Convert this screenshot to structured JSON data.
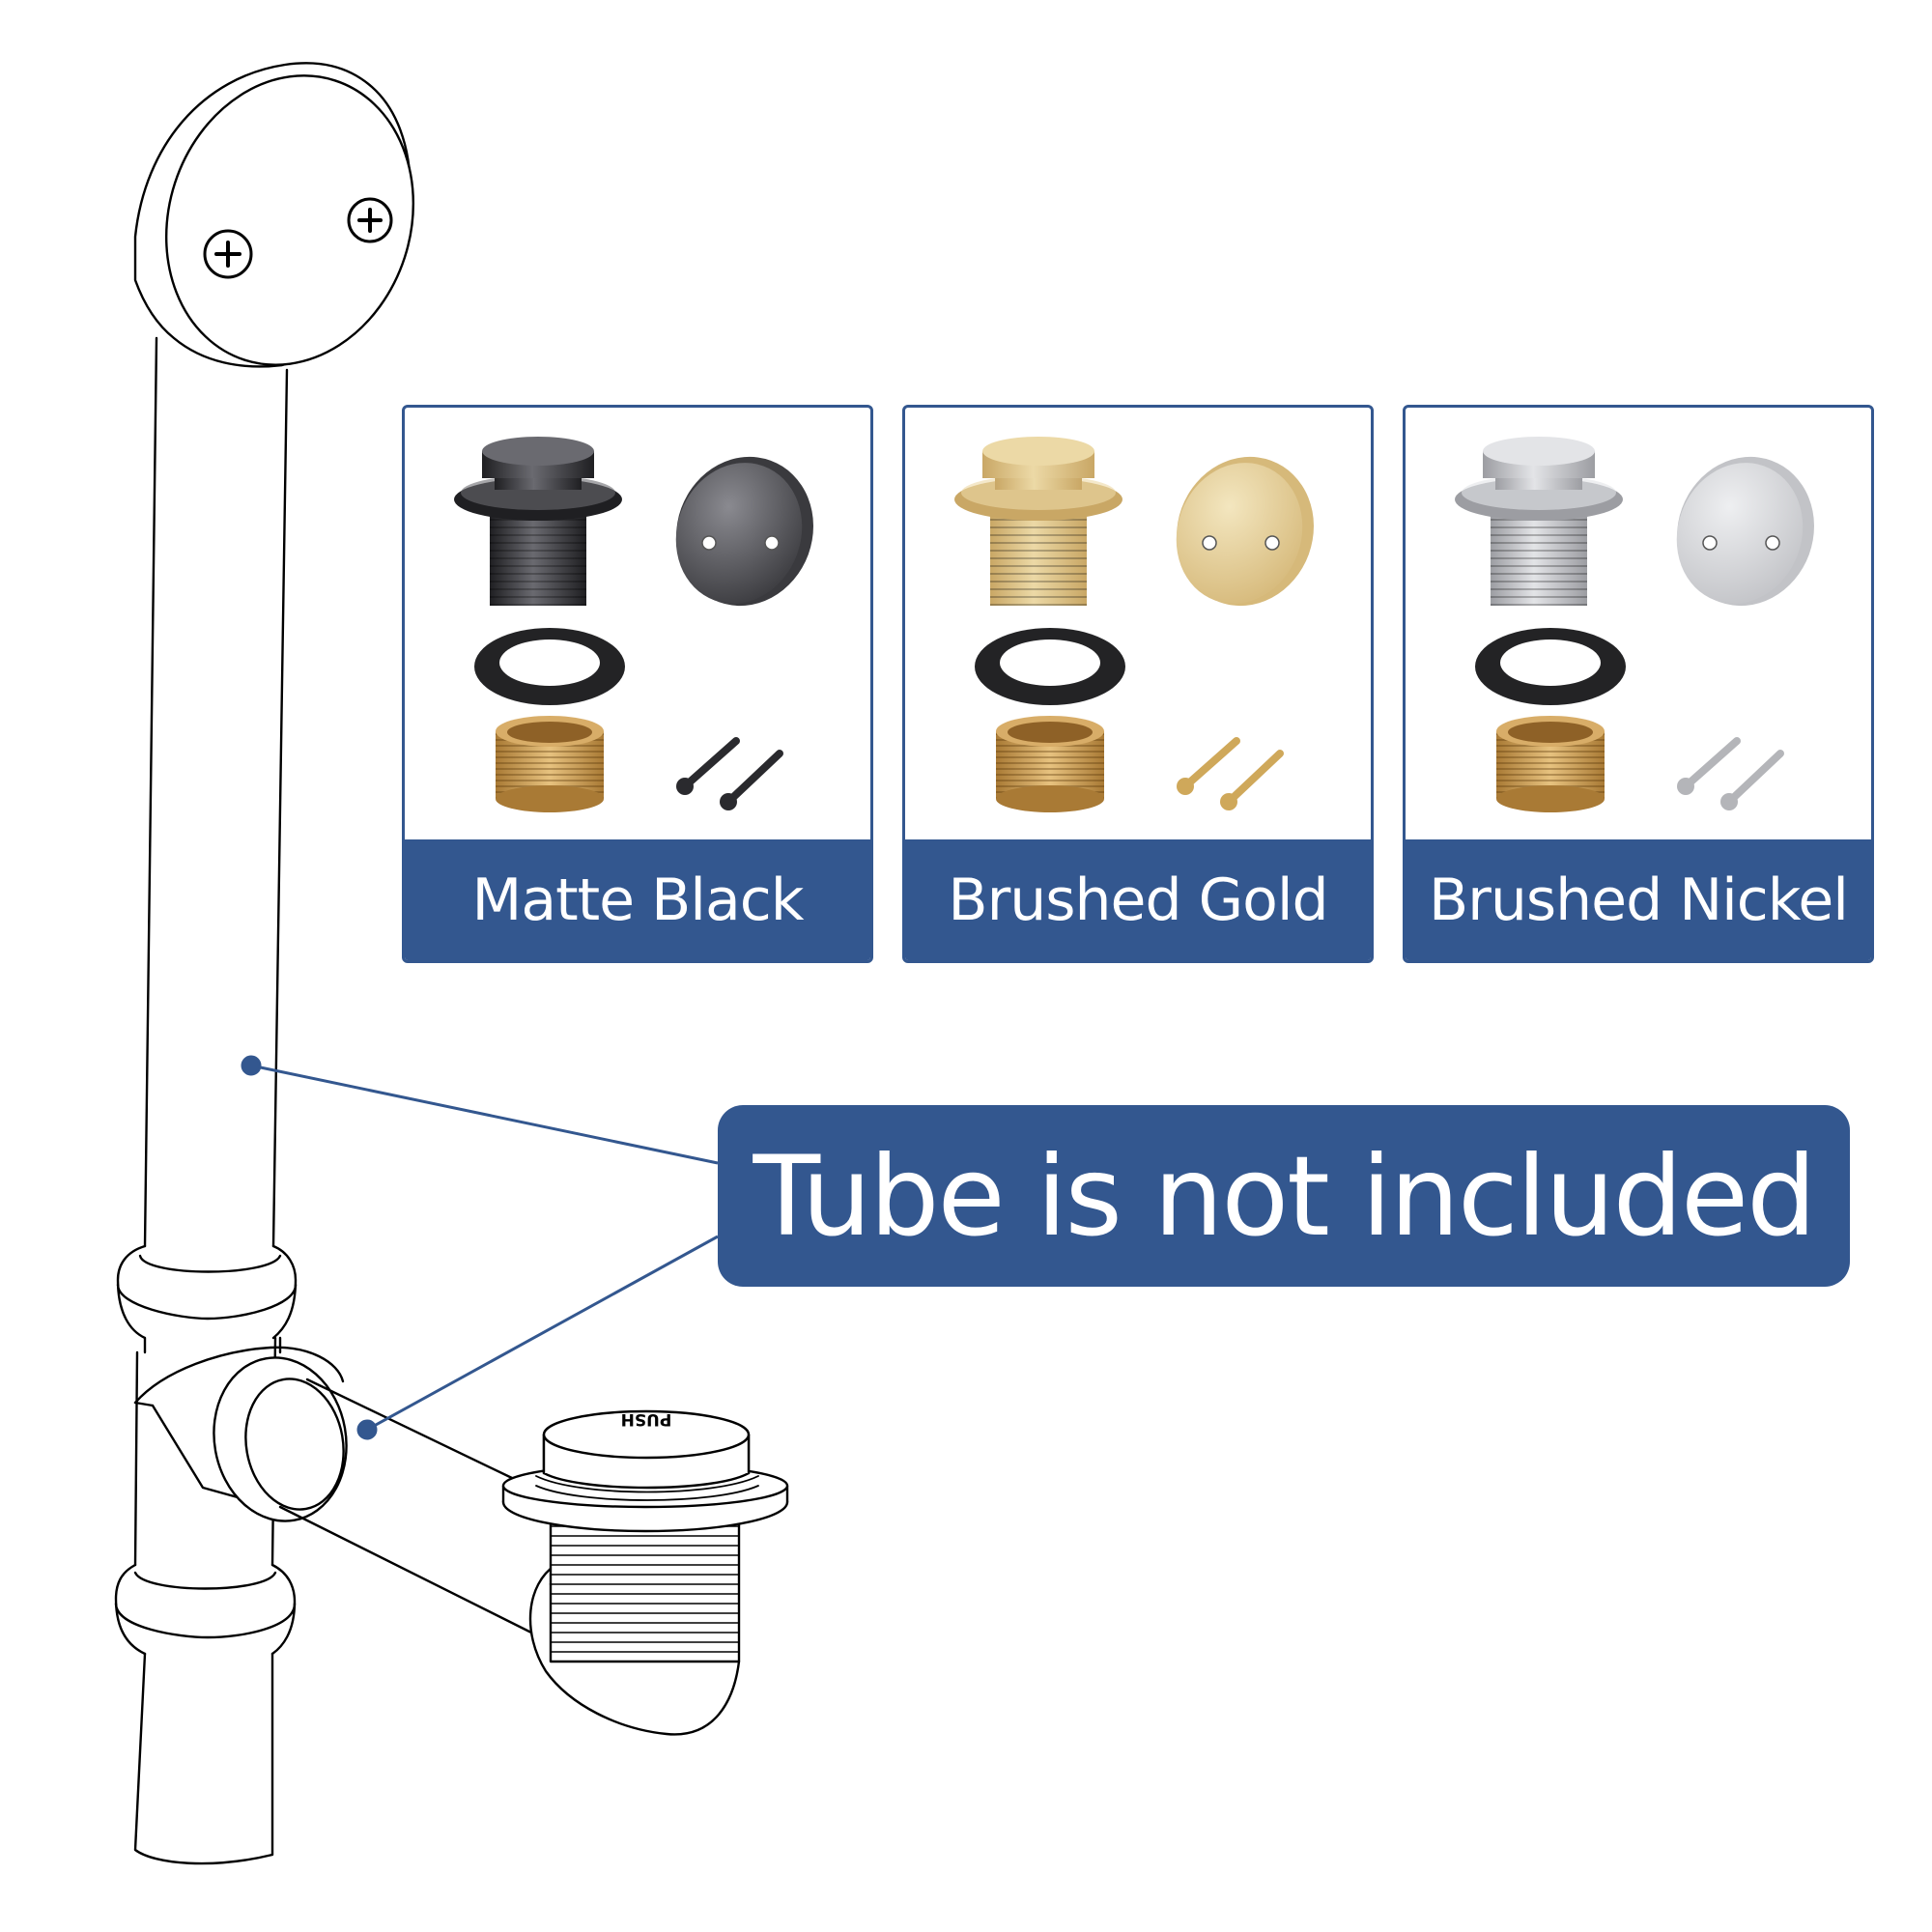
{
  "finishes": [
    {
      "label": "Matte Black",
      "icon": "drain-kit-matte-black",
      "colors": {
        "body": "#1f1f22",
        "body_hi": "#6a6a70",
        "plate": "#3a3a3e",
        "plate_hi": "#8a8a90",
        "screw": "#2a2a2e"
      }
    },
    {
      "label": "Brushed Gold",
      "icon": "drain-kit-brushed-gold",
      "colors": {
        "body": "#c9a765",
        "body_hi": "#ecd9a6",
        "plate": "#d6b97a",
        "plate_hi": "#f3e6bf",
        "screw": "#cfa85a"
      }
    },
    {
      "label": "Brushed Nickel",
      "icon": "drain-kit-brushed-nickel",
      "colors": {
        "body": "#9c9da2",
        "body_hi": "#e3e4e7",
        "plate": "#c2c3c7",
        "plate_hi": "#eeeff1",
        "screw": "#b4b5b9"
      }
    }
  ],
  "callout": {
    "text": "Tube is not included"
  },
  "drawing": {
    "plug_text": "PUSH",
    "icon": "bathtub-drain-line-drawing"
  },
  "colors": {
    "accent": "#33578f",
    "line": "#000000",
    "gasket": "#232325",
    "brass": "#c79a52"
  }
}
